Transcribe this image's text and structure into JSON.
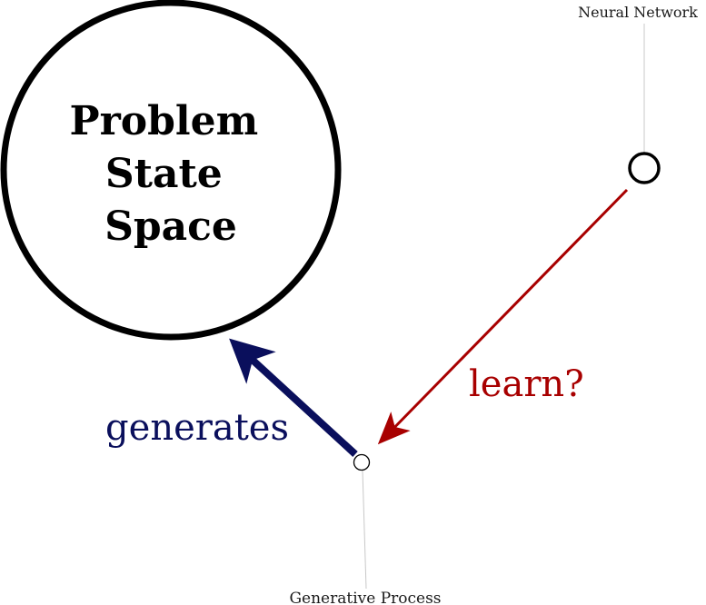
{
  "diagram": {
    "problem_state_space": {
      "lines": [
        "Problem",
        "State",
        "Space"
      ]
    },
    "neural_network": {
      "label": "Neural Network"
    },
    "generative_process": {
      "label": "Generative Process"
    },
    "generates_edge": {
      "label": "generates",
      "color": "#0a0f5c"
    },
    "learn_edge": {
      "label": "learn?",
      "color": "#a80000"
    }
  }
}
